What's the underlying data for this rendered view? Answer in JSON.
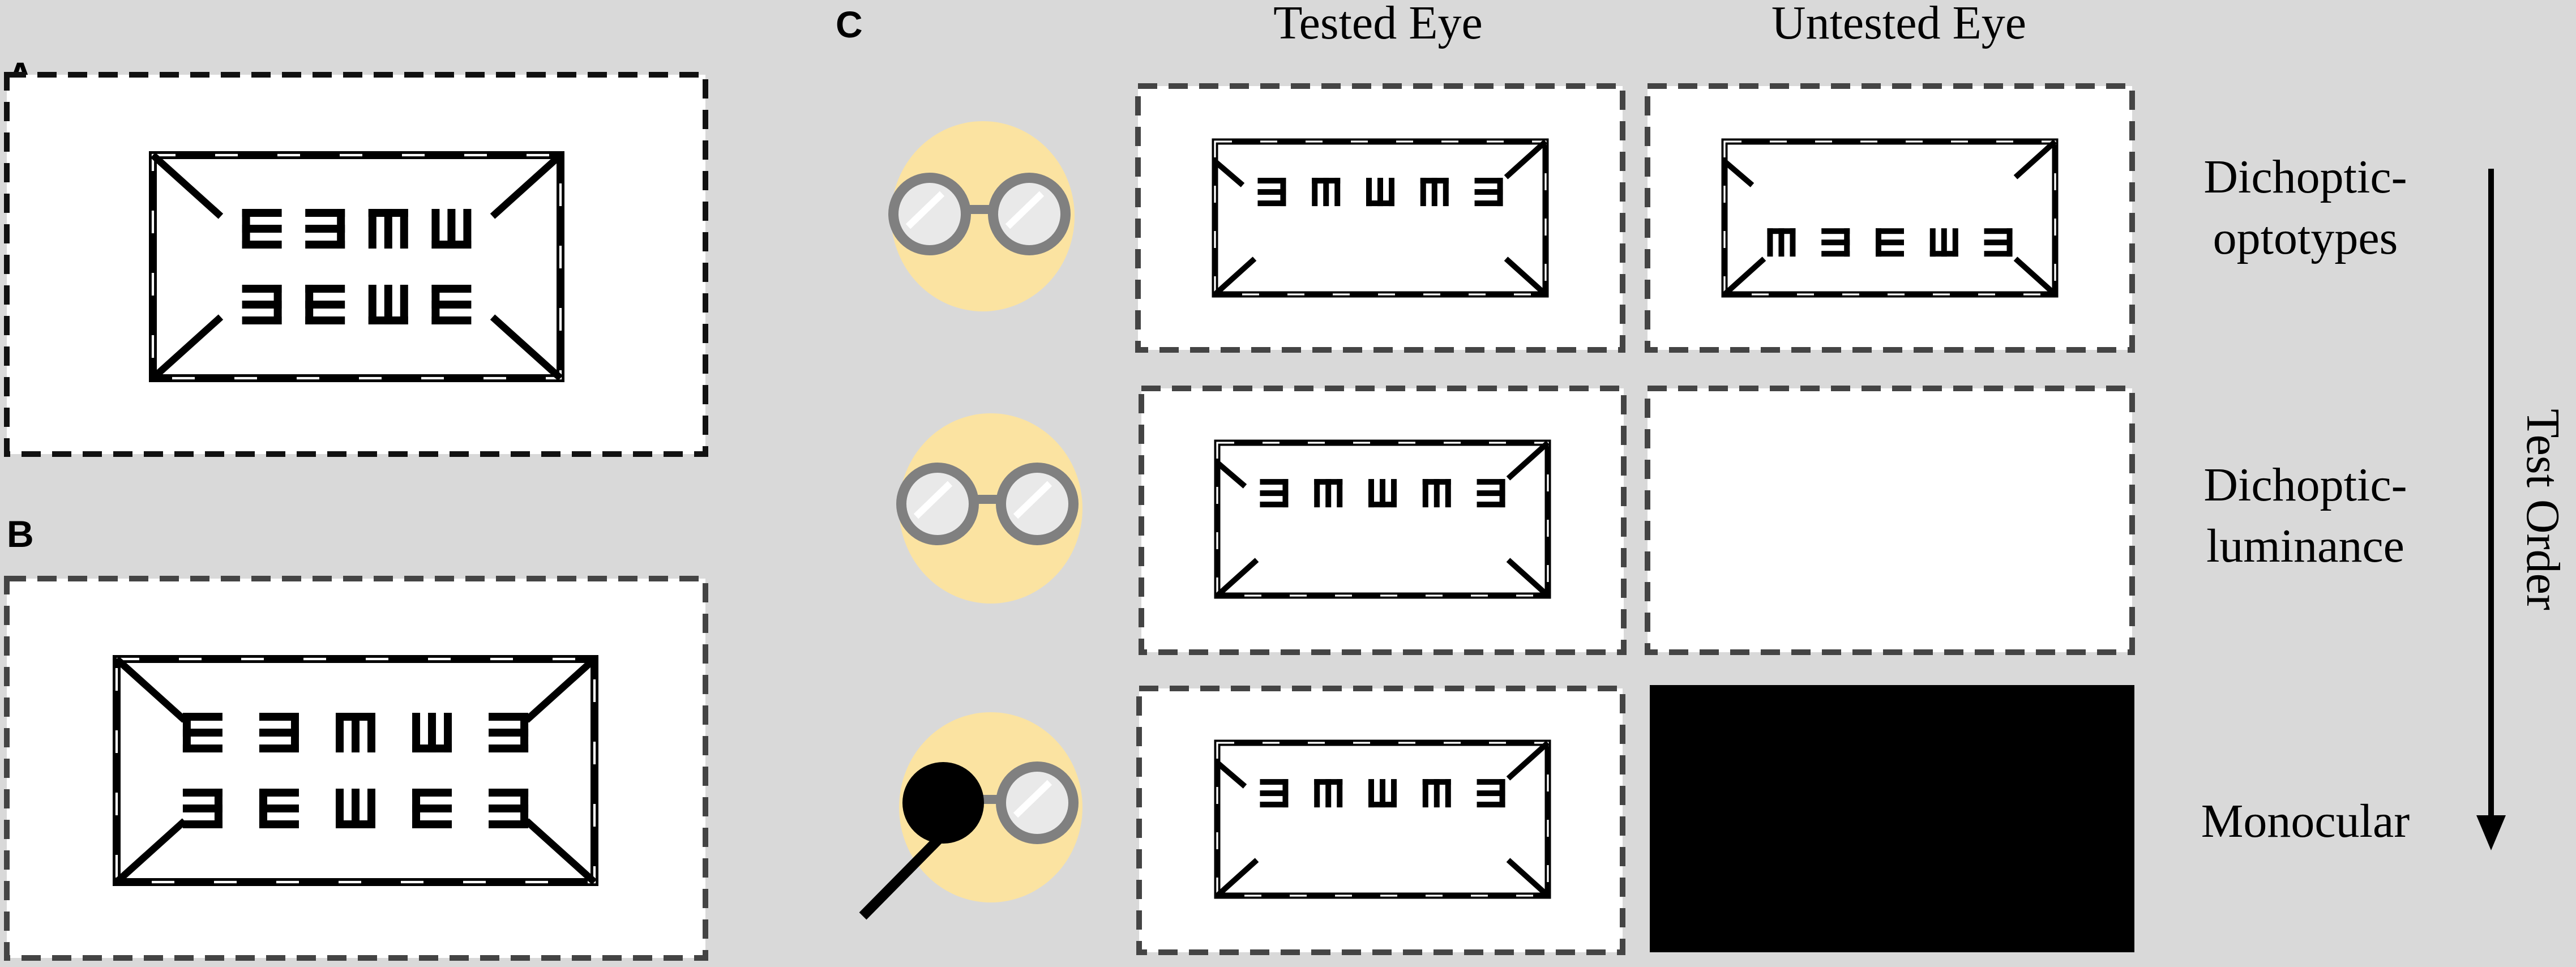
{
  "panels": {
    "a": {
      "letter": "A"
    },
    "b": {
      "letter": "B"
    },
    "c": {
      "letter": "C"
    }
  },
  "columns": {
    "tested": "Tested Eye",
    "untested": "Untested Eye"
  },
  "rows": [
    {
      "label_line1": "Dichoptic-",
      "label_line2": "optotypes"
    },
    {
      "label_line1": "Dichoptic-",
      "label_line2": "luminance"
    },
    {
      "label_line1": "Monocular",
      "label_line2": ""
    }
  ],
  "axis": {
    "label": "Test Order"
  },
  "optotypes": {
    "panel_a": [
      [
        "right",
        "left",
        "down",
        "up"
      ],
      [
        "left",
        "right",
        "up",
        "right"
      ]
    ],
    "panel_b": [
      [
        "right",
        "left",
        "down",
        "up",
        "left"
      ],
      [
        "left",
        "right",
        "up",
        "right",
        "left"
      ]
    ],
    "c_tested": [
      "left",
      "down",
      "up",
      "down",
      "left"
    ],
    "c_untested": [
      "down",
      "left",
      "right",
      "up",
      "left"
    ]
  },
  "colors": {
    "background": "#d9d9d9",
    "face": "#fbe3a1",
    "glasses_frame": "#808080",
    "occluder": "#000000"
  }
}
